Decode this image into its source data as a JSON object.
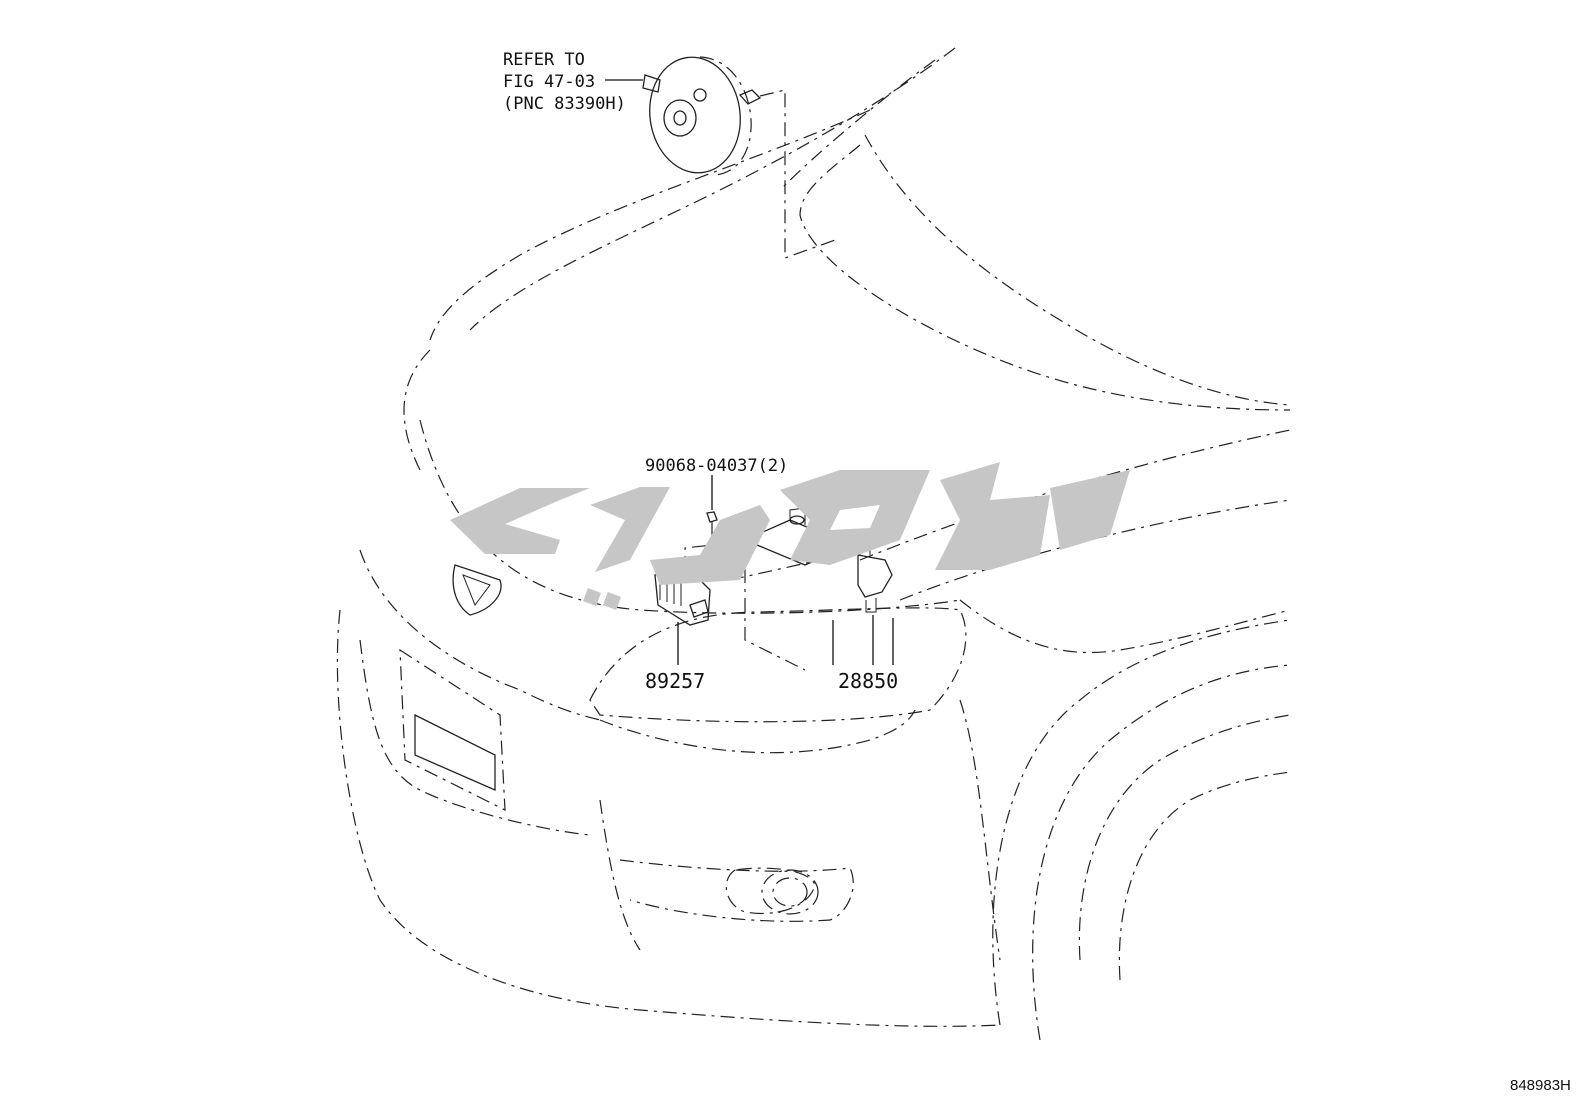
{
  "callouts": {
    "refer_line1": "REFER TO",
    "refer_line2": "FIG 47-03",
    "refer_line3": "(PNC 83390H)",
    "bolt": "90068-04037(2)",
    "module_left": "89257",
    "module_right": "28850"
  },
  "diagram_id": "848983H",
  "icons": {
    "watermark": "brand-watermark-logo",
    "emblem": "car-emblem-icon"
  },
  "colors": {
    "line": "#222222",
    "watermark": "#c6c6c6",
    "background": "#ffffff"
  }
}
